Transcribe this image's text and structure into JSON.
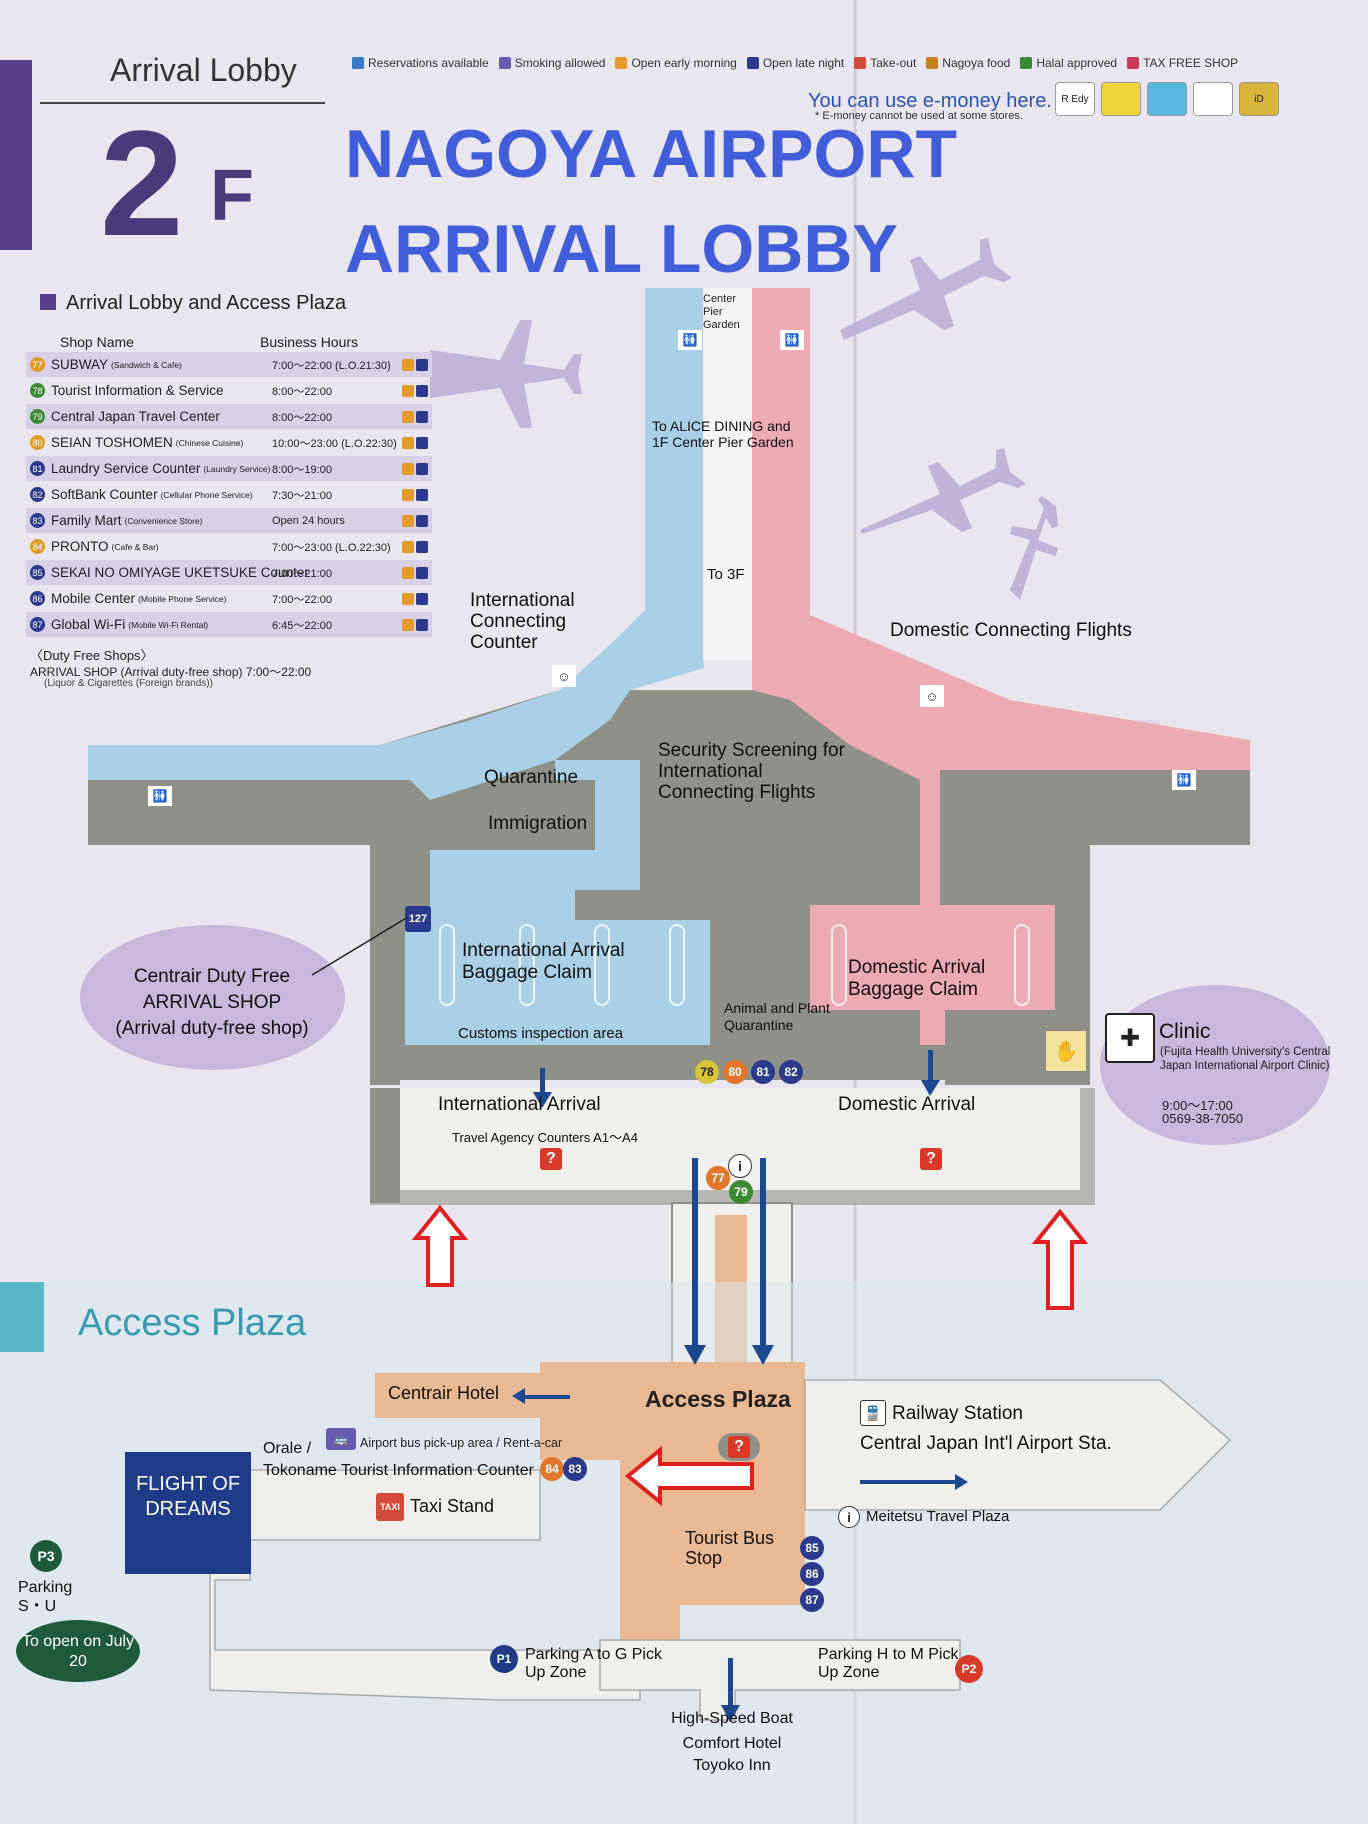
{
  "header": {
    "title": "Arrival Lobby",
    "floor_number": "2",
    "floor_suffix": "F",
    "overlay_line1": "NAGOYA AIRPORT",
    "overlay_line2": "ARRIVAL LOBBY"
  },
  "legend": [
    {
      "label": "Reservations available",
      "color": "#3a78c8"
    },
    {
      "label": "Smoking allowed",
      "color": "#6a5ab0"
    },
    {
      "label": "Open early morning",
      "color": "#e29a2b"
    },
    {
      "label": "Open late night",
      "color": "#2b3a8c"
    },
    {
      "label": "Take-out",
      "color": "#d24a3a"
    },
    {
      "label": "Nagoya food",
      "color": "#c8801e"
    },
    {
      "label": "Halal approved",
      "color": "#3c8a36"
    },
    {
      "label": "TAX FREE SHOP",
      "color": "#c83a5a"
    }
  ],
  "emoney": {
    "text": "You can use e-money here.",
    "note": "* E-money cannot be used at some stores.",
    "icons": [
      "R Edy",
      "",
      "",
      "",
      "iD"
    ]
  },
  "shop_list": {
    "title": "Arrival Lobby and Access Plaza",
    "col_name": "Shop Name",
    "col_hours": "Business Hours",
    "rows": [
      {
        "num": "77",
        "name": "SUBWAY",
        "sub": "(Sandwich & Cafe)",
        "hours": "7:00～22:00 (L.O.21:30)",
        "color": "orange"
      },
      {
        "num": "78",
        "name": "Tourist Information & Service",
        "sub": "",
        "hours": "8:00～22:00",
        "color": "green"
      },
      {
        "num": "79",
        "name": "Central Japan Travel Center",
        "sub": "",
        "hours": "8:00～22:00",
        "color": "green"
      },
      {
        "num": "80",
        "name": "SEIAN TOSHOMEN",
        "sub": "(Chinese Cuisine)",
        "hours": "10:00～23:00 (L.O.22:30)",
        "color": "orange"
      },
      {
        "num": "81",
        "name": "Laundry Service Counter",
        "sub": "(Laundry Service)",
        "hours": "8:00～19:00",
        "color": "navy"
      },
      {
        "num": "82",
        "name": "SoftBank Counter",
        "sub": "(Cellular Phone Service)",
        "hours": "7:30～21:00",
        "color": "navy"
      },
      {
        "num": "83",
        "name": "Family Mart",
        "sub": "(Convenience Store)",
        "hours": "Open 24 hours",
        "color": "navy"
      },
      {
        "num": "84",
        "name": "PRONTO",
        "sub": "(Cafe & Bar)",
        "hours": "7:00～23:00 (L.O.22:30)",
        "color": "orange"
      },
      {
        "num": "85",
        "name": "SEKAI NO OMIYAGE UKETSUKE Counter",
        "sub": "",
        "hours": "7:00～21:00",
        "color": "navy"
      },
      {
        "num": "86",
        "name": "Mobile Center",
        "sub": "(Mobile Phone Service)",
        "hours": "7:00～22:00",
        "color": "navy"
      },
      {
        "num": "87",
        "name": "Global Wi-Fi",
        "sub": "(Mobile Wi-Fi Rental)",
        "hours": "6:45～22:00",
        "color": "navy"
      }
    ],
    "duty_free_heading": "〈Duty Free Shops〉",
    "duty_free_row": "ARRIVAL SHOP (Arrival duty-free shop)  7:00～22:00",
    "duty_free_sub": "(Liquor & Cigarettes (Foreign brands))"
  },
  "map": {
    "center_pier": "Center Pier Garden",
    "to_alice": "To ALICE DINING and 1F Center Pier Garden",
    "to_3f": "To 3F",
    "intl_connecting": "International Connecting Counter",
    "domestic_connecting": "Domestic Connecting Flights",
    "security": "Security Screening for International Connecting Flights",
    "quarantine": "Quarantine",
    "immigration": "Immigration",
    "intl_baggage": "International Arrival Baggage Claim",
    "dom_baggage": "Domestic Arrival Baggage Claim",
    "customs": "Customs inspection area",
    "animal_quarantine": "Animal and Plant Quarantine",
    "intl_arrival": "International Arrival",
    "dom_arrival": "Domestic Arrival",
    "travel_agency": "Travel Agency Counters  A1～A4",
    "duty_free_shop_line1": "Centrair Duty Free",
    "duty_free_shop_line2": "ARRIVAL SHOP",
    "duty_free_shop_line3": "(Arrival duty-free shop)",
    "duty_free_num": "127",
    "clinic": "Clinic",
    "clinic_detail": "(Fujita Health University's Central Japan International Airport Clinic)",
    "clinic_hours": "9:00～17:00",
    "clinic_phone": "0569-38-7050",
    "badges": [
      "78",
      "80",
      "81",
      "82"
    ],
    "lobby_badges": [
      "77",
      "79"
    ]
  },
  "access_plaza": {
    "section_title": "Access Plaza",
    "plaza_label": "Access Plaza",
    "hotel": "Centrair Hotel",
    "railway": "Railway Station",
    "railway_sub": "Central Japan Int'l Airport Sta.",
    "meitetsu": "Meitetsu Travel Plaza",
    "orale": "Orale /",
    "bus_pickup": "Airport bus pick-up area / Rent-a-car",
    "tokoname": "Tokoname Tourist Information Counter",
    "taxi_icon": "TAXI",
    "taxi": "Taxi Stand",
    "tourist_bus": "Tourist Bus Stop",
    "badges_left": [
      "84",
      "83"
    ],
    "badges_right": [
      "85",
      "86",
      "87"
    ],
    "flight_of_dreams": "FLIGHT OF DREAMS",
    "p3": "P3",
    "parking_su": "Parking S・U",
    "open_note": "To open on July 20",
    "p1": "P1",
    "parking_ag": "Parking A to G Pick Up Zone",
    "p2": "P2",
    "parking_hm": "Parking H to M Pick Up Zone",
    "bottom1": "High-Speed Boat",
    "bottom2": "Comfort Hotel",
    "bottom3": "Toyoko Inn"
  },
  "colors": {
    "international": "#a9d0e6",
    "domestic": "#ecaab2",
    "common": "#8f9189",
    "lobby": "#f1efec",
    "plaza": "#e9b994",
    "accent_blue": "#3a56d8",
    "arrow_red": "#e02020"
  }
}
